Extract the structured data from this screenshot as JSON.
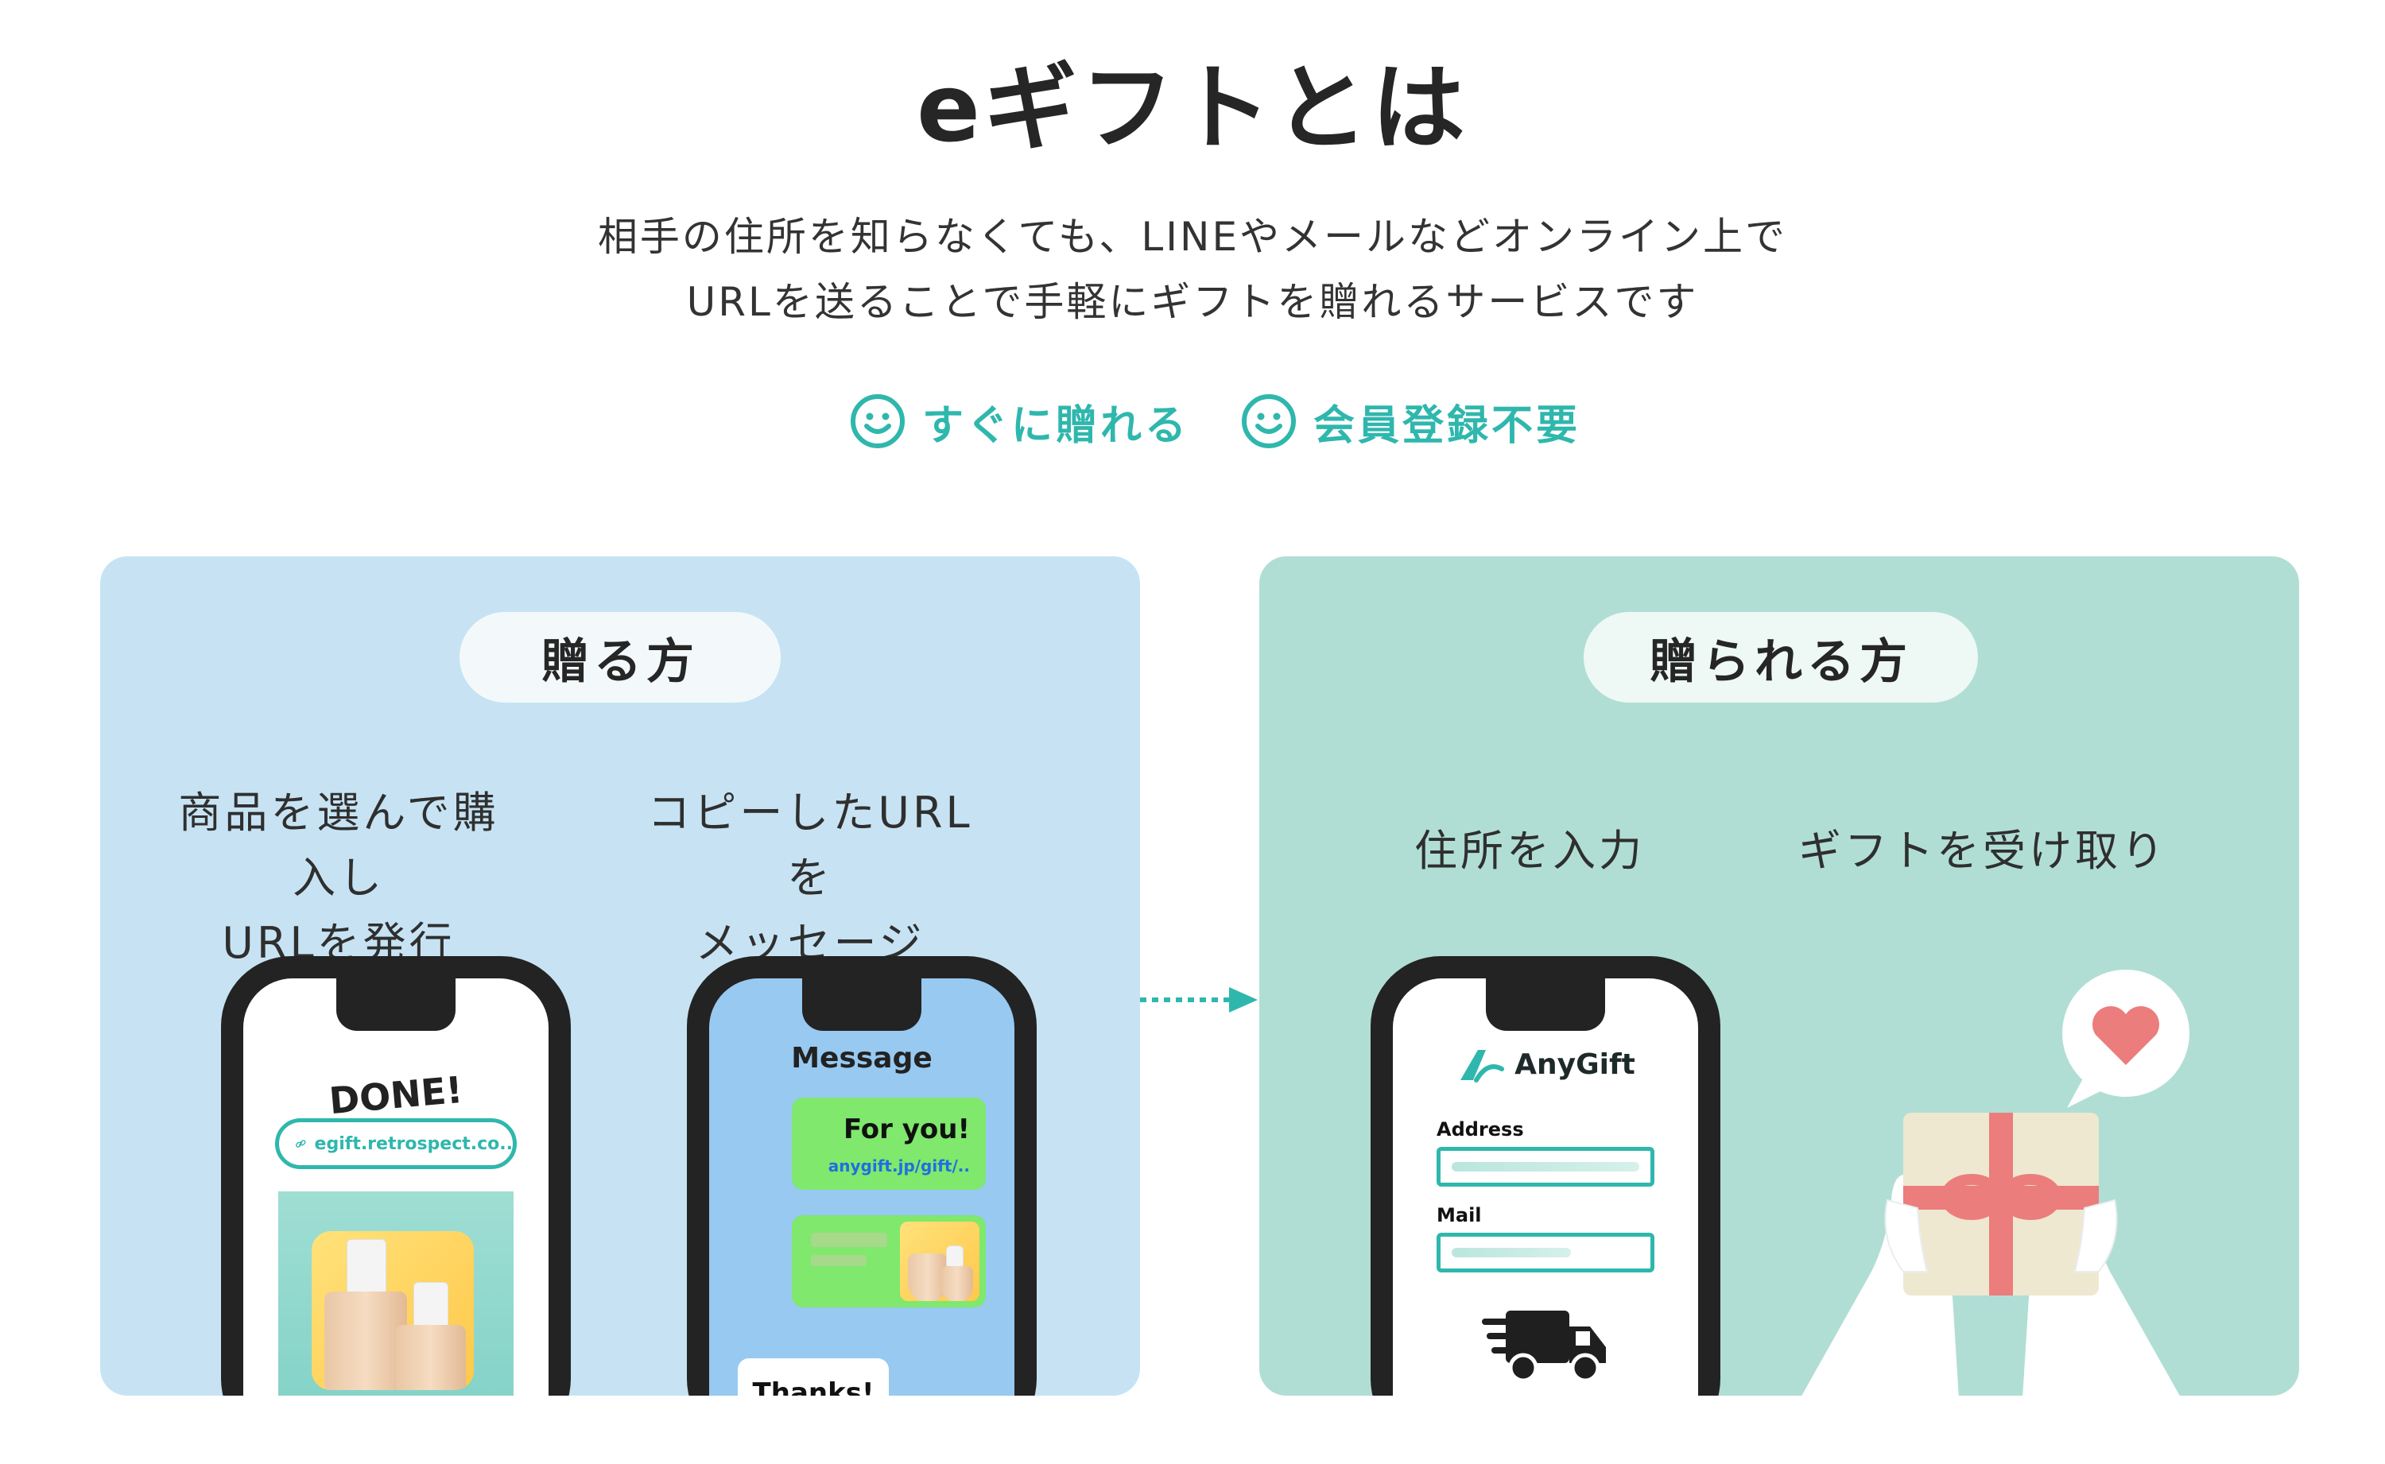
{
  "header": {
    "title": "eギフトとは",
    "description_line1": "相手の住所を知らなくても、LINEやメールなどオンライン上で",
    "description_line2": "URLを送ることで手軽にギフトを贈れるサービスです"
  },
  "features": [
    {
      "label": "すぐに贈れる",
      "icon": "smile-icon"
    },
    {
      "label": "会員登録不要",
      "icon": "smile-icon"
    }
  ],
  "sender_panel": {
    "pill_label": "贈る方",
    "step1": {
      "line1": "商品を選んで購入し",
      "line2": "URLを発行"
    },
    "step2": {
      "line1": "コピーしたURLを",
      "line2": "メッセージ"
    },
    "phone1": {
      "done_text": "DONE!",
      "url_text": "egift.retrospect.co.."
    },
    "phone2": {
      "title": "Message",
      "bubble_title": "For you!",
      "bubble_link": "anygift.jp/gift/..",
      "reply": "Thanks!"
    }
  },
  "receiver_panel": {
    "pill_label": "贈られる方",
    "step1": "住所を入力",
    "step2": "ギフトを受け取り",
    "phone": {
      "brand": "AnyGift",
      "address_label": "Address",
      "mail_label": "Mail"
    }
  },
  "colors": {
    "accent": "#2fb7ad",
    "sender_bg": "#c7e3f3",
    "receiver_bg": "#b1ded4",
    "chat_bg": "#97c9f1",
    "bubble_green": "#7fe86d",
    "gift_ribbon": "#ec7d7d",
    "gift_box": "#efe8d0"
  }
}
